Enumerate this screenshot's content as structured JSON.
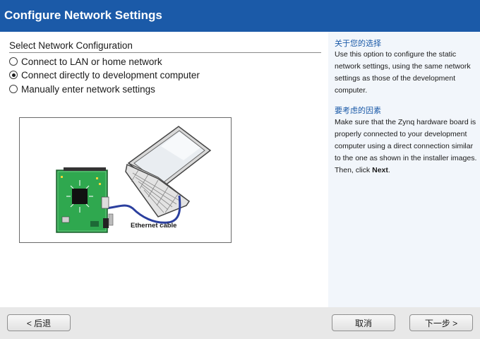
{
  "window": {
    "title": "Configure Network Settings"
  },
  "main": {
    "section_label": "Select Network Configuration",
    "options": [
      {
        "label": "Connect to LAN or home network",
        "checked": false
      },
      {
        "label": "Connect directly to development computer",
        "checked": true
      },
      {
        "label": "Manually enter network settings",
        "checked": false
      }
    ],
    "figure": {
      "cable_label": "Ethernet cable"
    }
  },
  "side": {
    "heading1": "关于您的选择",
    "text1": "Use this option to configure the static network settings, using the same network settings as those of the development computer.",
    "heading2": "要考虑的因素",
    "text2_before": "Make sure that the Zynq hardware board is properly connected to your development computer using a direct connection similar to the one as shown in the installer images. Then, click ",
    "text2_bold": "Next",
    "text2_after": "."
  },
  "footer": {
    "back_label": "< 后退",
    "cancel_label": "取消",
    "next_label": "下一步 >"
  },
  "colors": {
    "titlebar": "#1b5aa8",
    "side_panel": "#f2f6fb",
    "board_green": "#2fa84f",
    "cable_blue": "#2b3f9e"
  }
}
